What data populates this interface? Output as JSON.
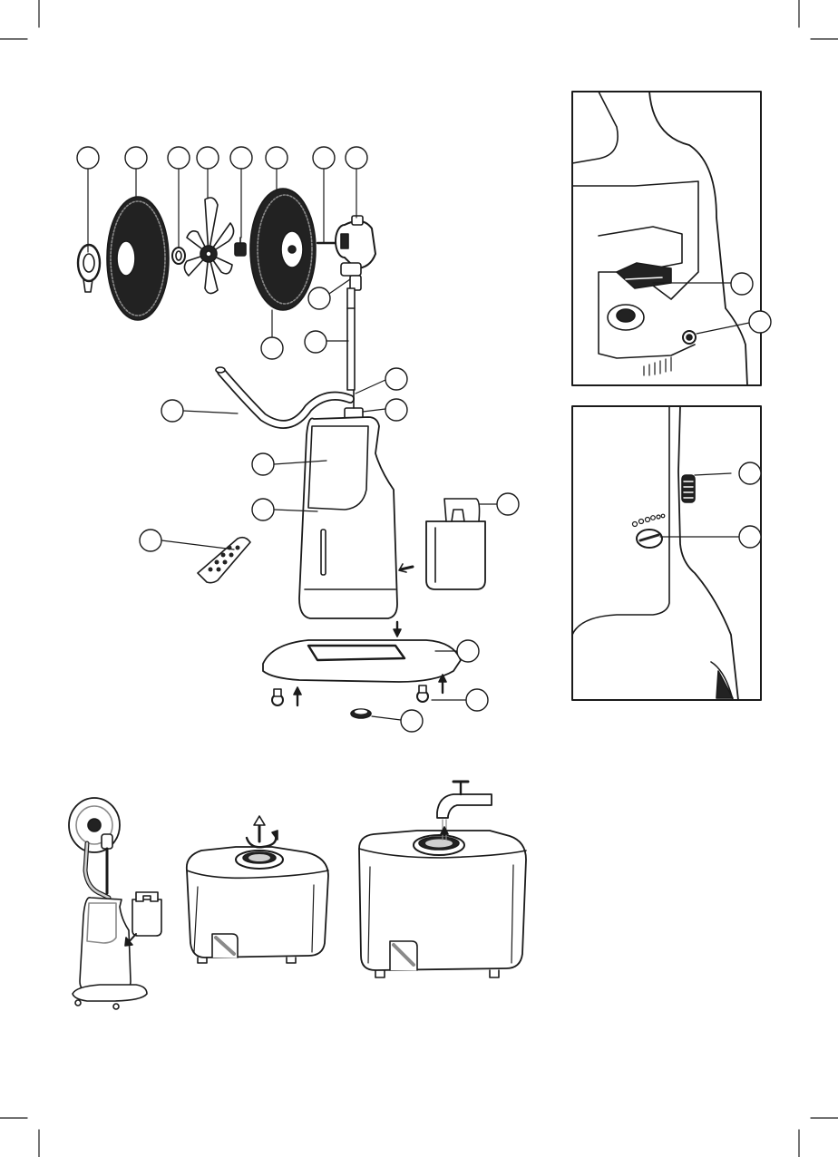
{
  "page": {
    "background": "#ffffff",
    "ink": "#1a1a1a",
    "shade_dark": "#222222",
    "shade_mid": "#8a8a8a",
    "shade_light": "#cfcfcf"
  },
  "exploded_view": {
    "callouts": [
      {
        "id": "c1",
        "text": ""
      },
      {
        "id": "c2",
        "text": ""
      },
      {
        "id": "c3",
        "text": ""
      },
      {
        "id": "c4",
        "text": ""
      },
      {
        "id": "c5",
        "text": ""
      },
      {
        "id": "c6",
        "text": ""
      },
      {
        "id": "c7",
        "text": ""
      },
      {
        "id": "c8",
        "text": ""
      },
      {
        "id": "c9",
        "text": ""
      },
      {
        "id": "c10",
        "text": ""
      },
      {
        "id": "c11",
        "text": ""
      },
      {
        "id": "c12",
        "text": ""
      },
      {
        "id": "c13",
        "text": ""
      },
      {
        "id": "c14",
        "text": ""
      },
      {
        "id": "c15",
        "text": ""
      },
      {
        "id": "c16",
        "text": ""
      },
      {
        "id": "c17",
        "text": ""
      },
      {
        "id": "c18",
        "text": ""
      },
      {
        "id": "c19",
        "text": ""
      },
      {
        "id": "c20",
        "text": ""
      },
      {
        "id": "c21",
        "text": ""
      }
    ]
  },
  "detail_top": {
    "callouts": [
      {
        "id": "d1",
        "text": ""
      },
      {
        "id": "d2",
        "text": ""
      }
    ]
  },
  "detail_bottom": {
    "callouts": [
      {
        "id": "e1",
        "text": ""
      },
      {
        "id": "e2",
        "text": ""
      }
    ]
  },
  "icons": [
    "remote-control-icon",
    "water-tank-icon",
    "tap-icon",
    "rotate-arrow-icon"
  ]
}
